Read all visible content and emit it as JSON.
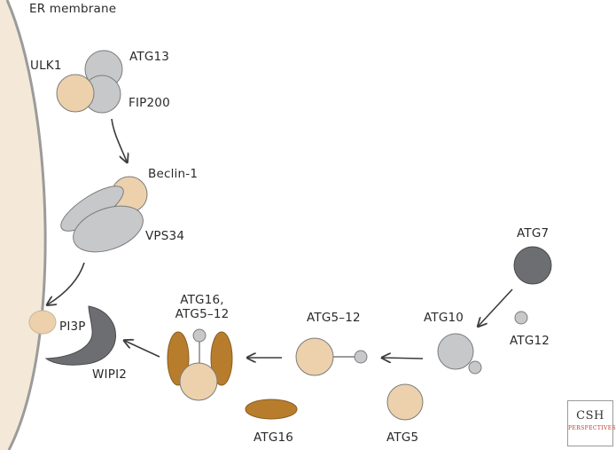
{
  "labels": {
    "er_membrane": "ER membrane",
    "ulk1": "ULK1",
    "atg13": "ATG13",
    "fip200": "FIP200",
    "beclin1": "Beclin-1",
    "vps34": "VPS34",
    "pi3p": "PI3P",
    "wipi2": "WIPI2",
    "atg16_complex_line1": "ATG16,",
    "atg16_complex_line2": "ATG5–12",
    "atg5_12": "ATG5–12",
    "atg10": "ATG10",
    "atg7": "ATG7",
    "atg12": "ATG12",
    "atg16": "ATG16",
    "atg5": "ATG5"
  },
  "logo": {
    "text": "CSH",
    "subtext": "PERSPECTIVES"
  },
  "colors": {
    "membrane_fill": "#f4e9d8",
    "membrane_edge": "#9b9b9b",
    "peach": "#ecd1ac",
    "gray": "#c7c8ca",
    "dark_gray": "#6d6e71",
    "brown": "#b87d2c",
    "outline": "#7c7c7c",
    "arrow": "#3c3c3c"
  }
}
